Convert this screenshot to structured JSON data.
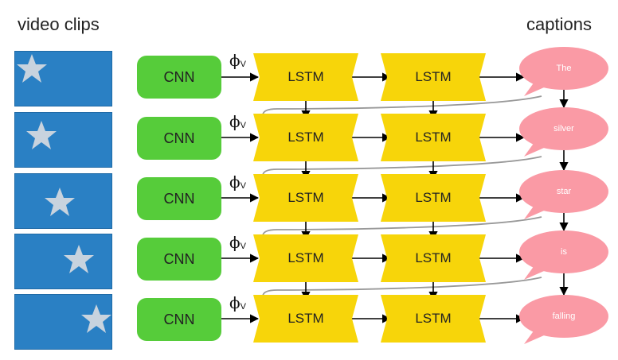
{
  "headings": {
    "left": "video clips",
    "right": "captions"
  },
  "cnn_label": "CNN",
  "lstm_label": "LSTM",
  "phi_symbol": "ϕ",
  "phi_sub": "V",
  "captions": [
    "The",
    "silver",
    "star",
    "is",
    "falling"
  ],
  "colors": {
    "clip_bg": "#2a80c4",
    "star": "#c8d3de",
    "cnn": "#56cc3a",
    "lstm": "#f7d50a",
    "bubble": "#fa9aa5",
    "arrow": "#000000",
    "feedback": "#999999"
  },
  "rows": 5,
  "star_positions_hint": [
    "left",
    "left-center",
    "center",
    "right-center",
    "right"
  ]
}
